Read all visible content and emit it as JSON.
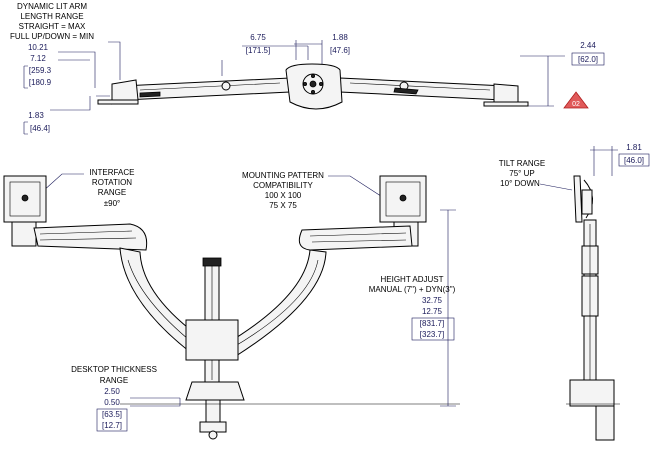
{
  "top_view": {
    "arm_note": [
      "DYNAMIC LIT ARM",
      "LENGTH RANGE",
      "STRAIGHT = MAX",
      "FULL UP/DOWN = MIN",
      "10.21",
      "7.12",
      "[259.3",
      "[180.9"
    ],
    "dim_top_left": [
      "6.75",
      "[171.5]"
    ],
    "dim_top_mid": [
      "1.88",
      "[47.6]"
    ],
    "dim_right": [
      "2.44",
      "[62.0]"
    ],
    "dim_left_low": [
      "1.83",
      "[46.4]"
    ],
    "badge": "02"
  },
  "front_view": {
    "interface_note": [
      "INTERFACE",
      "ROTATION",
      "RANGE",
      "±90°"
    ],
    "mounting_note": [
      "MOUNTING PATTERN",
      "COMPATIBILITY",
      "100 X 100",
      "75 X 75"
    ],
    "height_note": [
      "HEIGHT ADJUST",
      "MANUAL (7\") + DYN(3\")",
      "32.75",
      "12.75",
      "[831.7]",
      "[323.7]"
    ],
    "desk_note": [
      "DESKTOP THICKNESS",
      "RANGE",
      "2.50",
      "0.50",
      "[63.5]",
      "[12.7]"
    ]
  },
  "side_view": {
    "tilt_note": [
      "TILT RANGE",
      "75° UP",
      "10° DOWN"
    ],
    "dim_depth": [
      "1.81",
      "[46.0]"
    ]
  }
}
